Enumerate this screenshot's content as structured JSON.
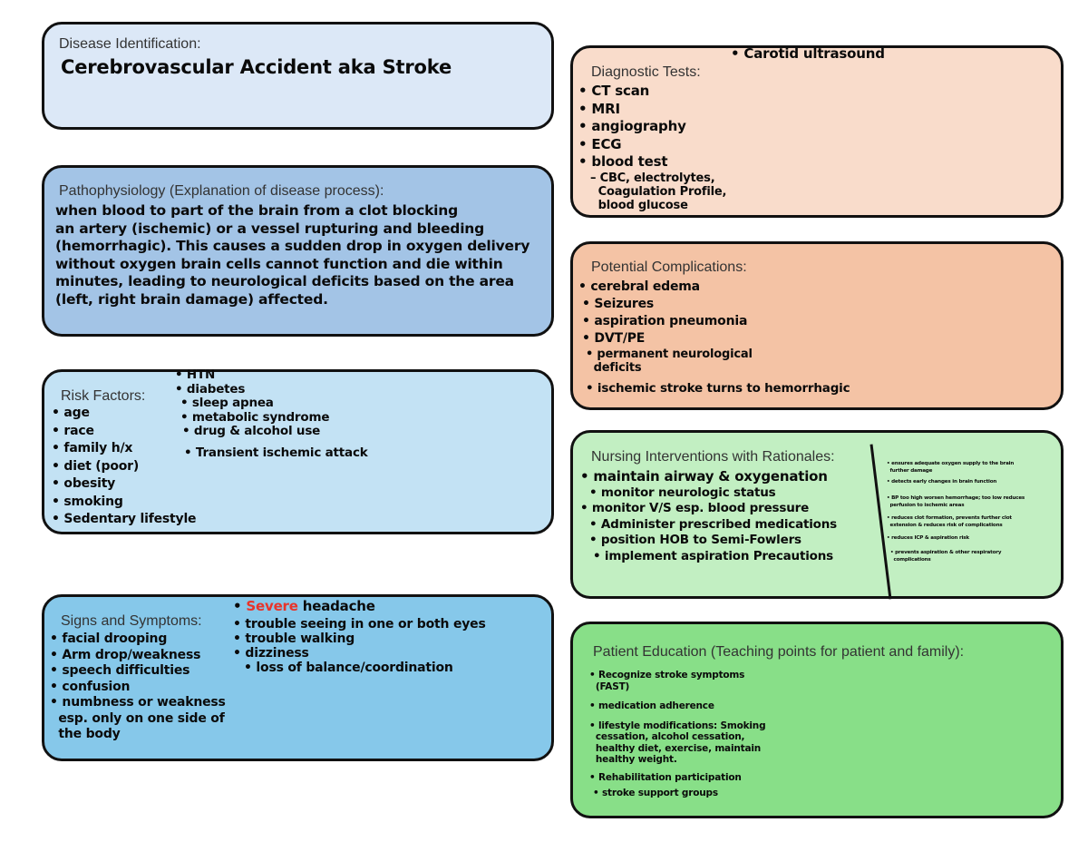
{
  "disease": {
    "label": "Disease Identification:",
    "text": "Cerebrovascular Accident aka Stroke"
  },
  "patho": {
    "label": "Pathophysiology (Explanation of disease process):",
    "lines": [
      "when blood to part of the brain from a clot blocking",
      "an artery (ischemic) or a vessel rupturing and bleeding",
      "(hemorrhagic). This causes a sudden drop in oxygen delivery",
      "without oxygen brain cells cannot function and die within",
      "minutes, leading to neurological deficits based on the area",
      "(left, right brain damage) affected."
    ]
  },
  "risk": {
    "label": "Risk Factors:",
    "left": [
      "• age",
      "• race",
      "• family h/x",
      "• diet (poor)",
      "• obesity",
      "• smoking",
      "• Sedentary lifestyle"
    ],
    "right": [
      "• HTN",
      "• diabetes",
      "• sleep apnea",
      "• metabolic syndrome",
      "• drug & alcohol use",
      "• Transient ischemic attack"
    ]
  },
  "signs": {
    "label": "Signs and Symptoms:",
    "left": [
      "• facial drooping",
      "• Arm drop/weakness",
      "• speech difficulties",
      "• confusion",
      "• numbness or weakness",
      "  esp. only on one side of",
      "  the body"
    ],
    "severe_bullet": "• ",
    "severe_word": "Severe",
    "severe_rest": " headache",
    "right": [
      "• trouble seeing in one or both eyes",
      "• trouble walking",
      "• dizziness",
      "• loss of balance/coordination"
    ]
  },
  "diagnostic": {
    "label": "Diagnostic Tests:",
    "top": "• Carotid ultrasound",
    "items": [
      "• CT scan",
      "• MRI",
      "• angiography",
      "• ECG",
      "• blood test",
      "   – CBC, electrolytes,",
      "     Coagulation Profile,",
      "     blood glucose"
    ]
  },
  "complications": {
    "label": "Potential Complications:",
    "items": [
      "• cerebral edema",
      "• Seizures",
      "• aspiration pneumonia",
      "• DVT/PE",
      "• permanent neurological",
      "  deficits",
      "• ischemic stroke turns to hemorrhagic"
    ]
  },
  "nursing": {
    "label": "Nursing Interventions with Rationales:",
    "items": [
      "• maintain airway & oxygenation",
      "• monitor neurologic status",
      "• monitor V/S esp. blood pressure",
      "• Administer prescribed medications",
      "• position HOB to Semi-Fowlers",
      "• implement aspiration Precautions"
    ],
    "rationales": [
      "• ensures adequate oxygen supply to the brain",
      "  further damage",
      "• detects early changes in brain function",
      "• BP too high worsen hemorrhage; too low reduces",
      "  perfusion to ischemic areas",
      "• reduces clot formation, prevents further clot",
      "  extension & reduces risk of complications",
      "• reduces ICP & aspiration risk",
      "• prevents aspiration & other respiratory",
      "  complications"
    ]
  },
  "education": {
    "label": "Patient Education (Teaching points for patient and family):",
    "items": [
      "• Recognize stroke symptoms",
      "  (FAST)",
      "• medication adherence",
      "• lifestyle modifications: Smoking",
      "  cessation, alcohol cessation,",
      "  healthy diet, exercise, maintain",
      "  healthy weight.",
      "• Rehabilitation participation",
      "• stroke support groups"
    ]
  },
  "colors": {
    "disease": "#dce8f7",
    "patho": "#a3c4e6",
    "risk": "#c3e2f4",
    "signs": "#86c8ea",
    "diagnostic": "#f9dccb",
    "complications": "#f4c3a5",
    "nursing": "#c2efc2",
    "education": "#88df88",
    "severe": "#e8342a"
  }
}
